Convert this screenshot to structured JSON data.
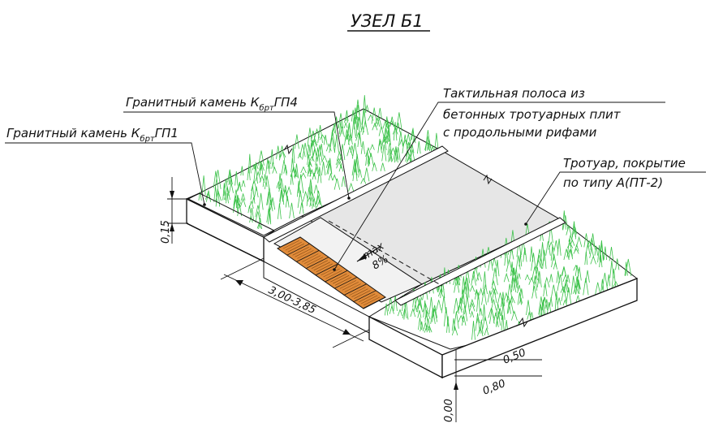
{
  "title": "УЗЕЛ Б1",
  "labels": {
    "granite_gp4": {
      "main": "Гранитный камень К",
      "sub": "брт",
      "suffix": "ГП4"
    },
    "granite_gp1": {
      "main": "Гранитный камень К",
      "sub": "брт",
      "suffix": "ГП1"
    },
    "tactile": [
      "Тактильная полоса из",
      "бетонных тротуарных плит",
      "с продольными рифами"
    ],
    "sidewalk": [
      "Тротуар, покрытие",
      "по типу А(ПТ-2)"
    ]
  },
  "slope": {
    "word": "max",
    "value": "8%"
  },
  "dimensions": {
    "height": "0,15",
    "width_range": "3,00-3,85",
    "d050": "0,50",
    "d080": "0,80",
    "d000": "0,00"
  },
  "colors": {
    "grass": "#3cc24a",
    "tile": "#e08b3a",
    "sidewalk": "#e6e6e6",
    "line": "#111111"
  }
}
